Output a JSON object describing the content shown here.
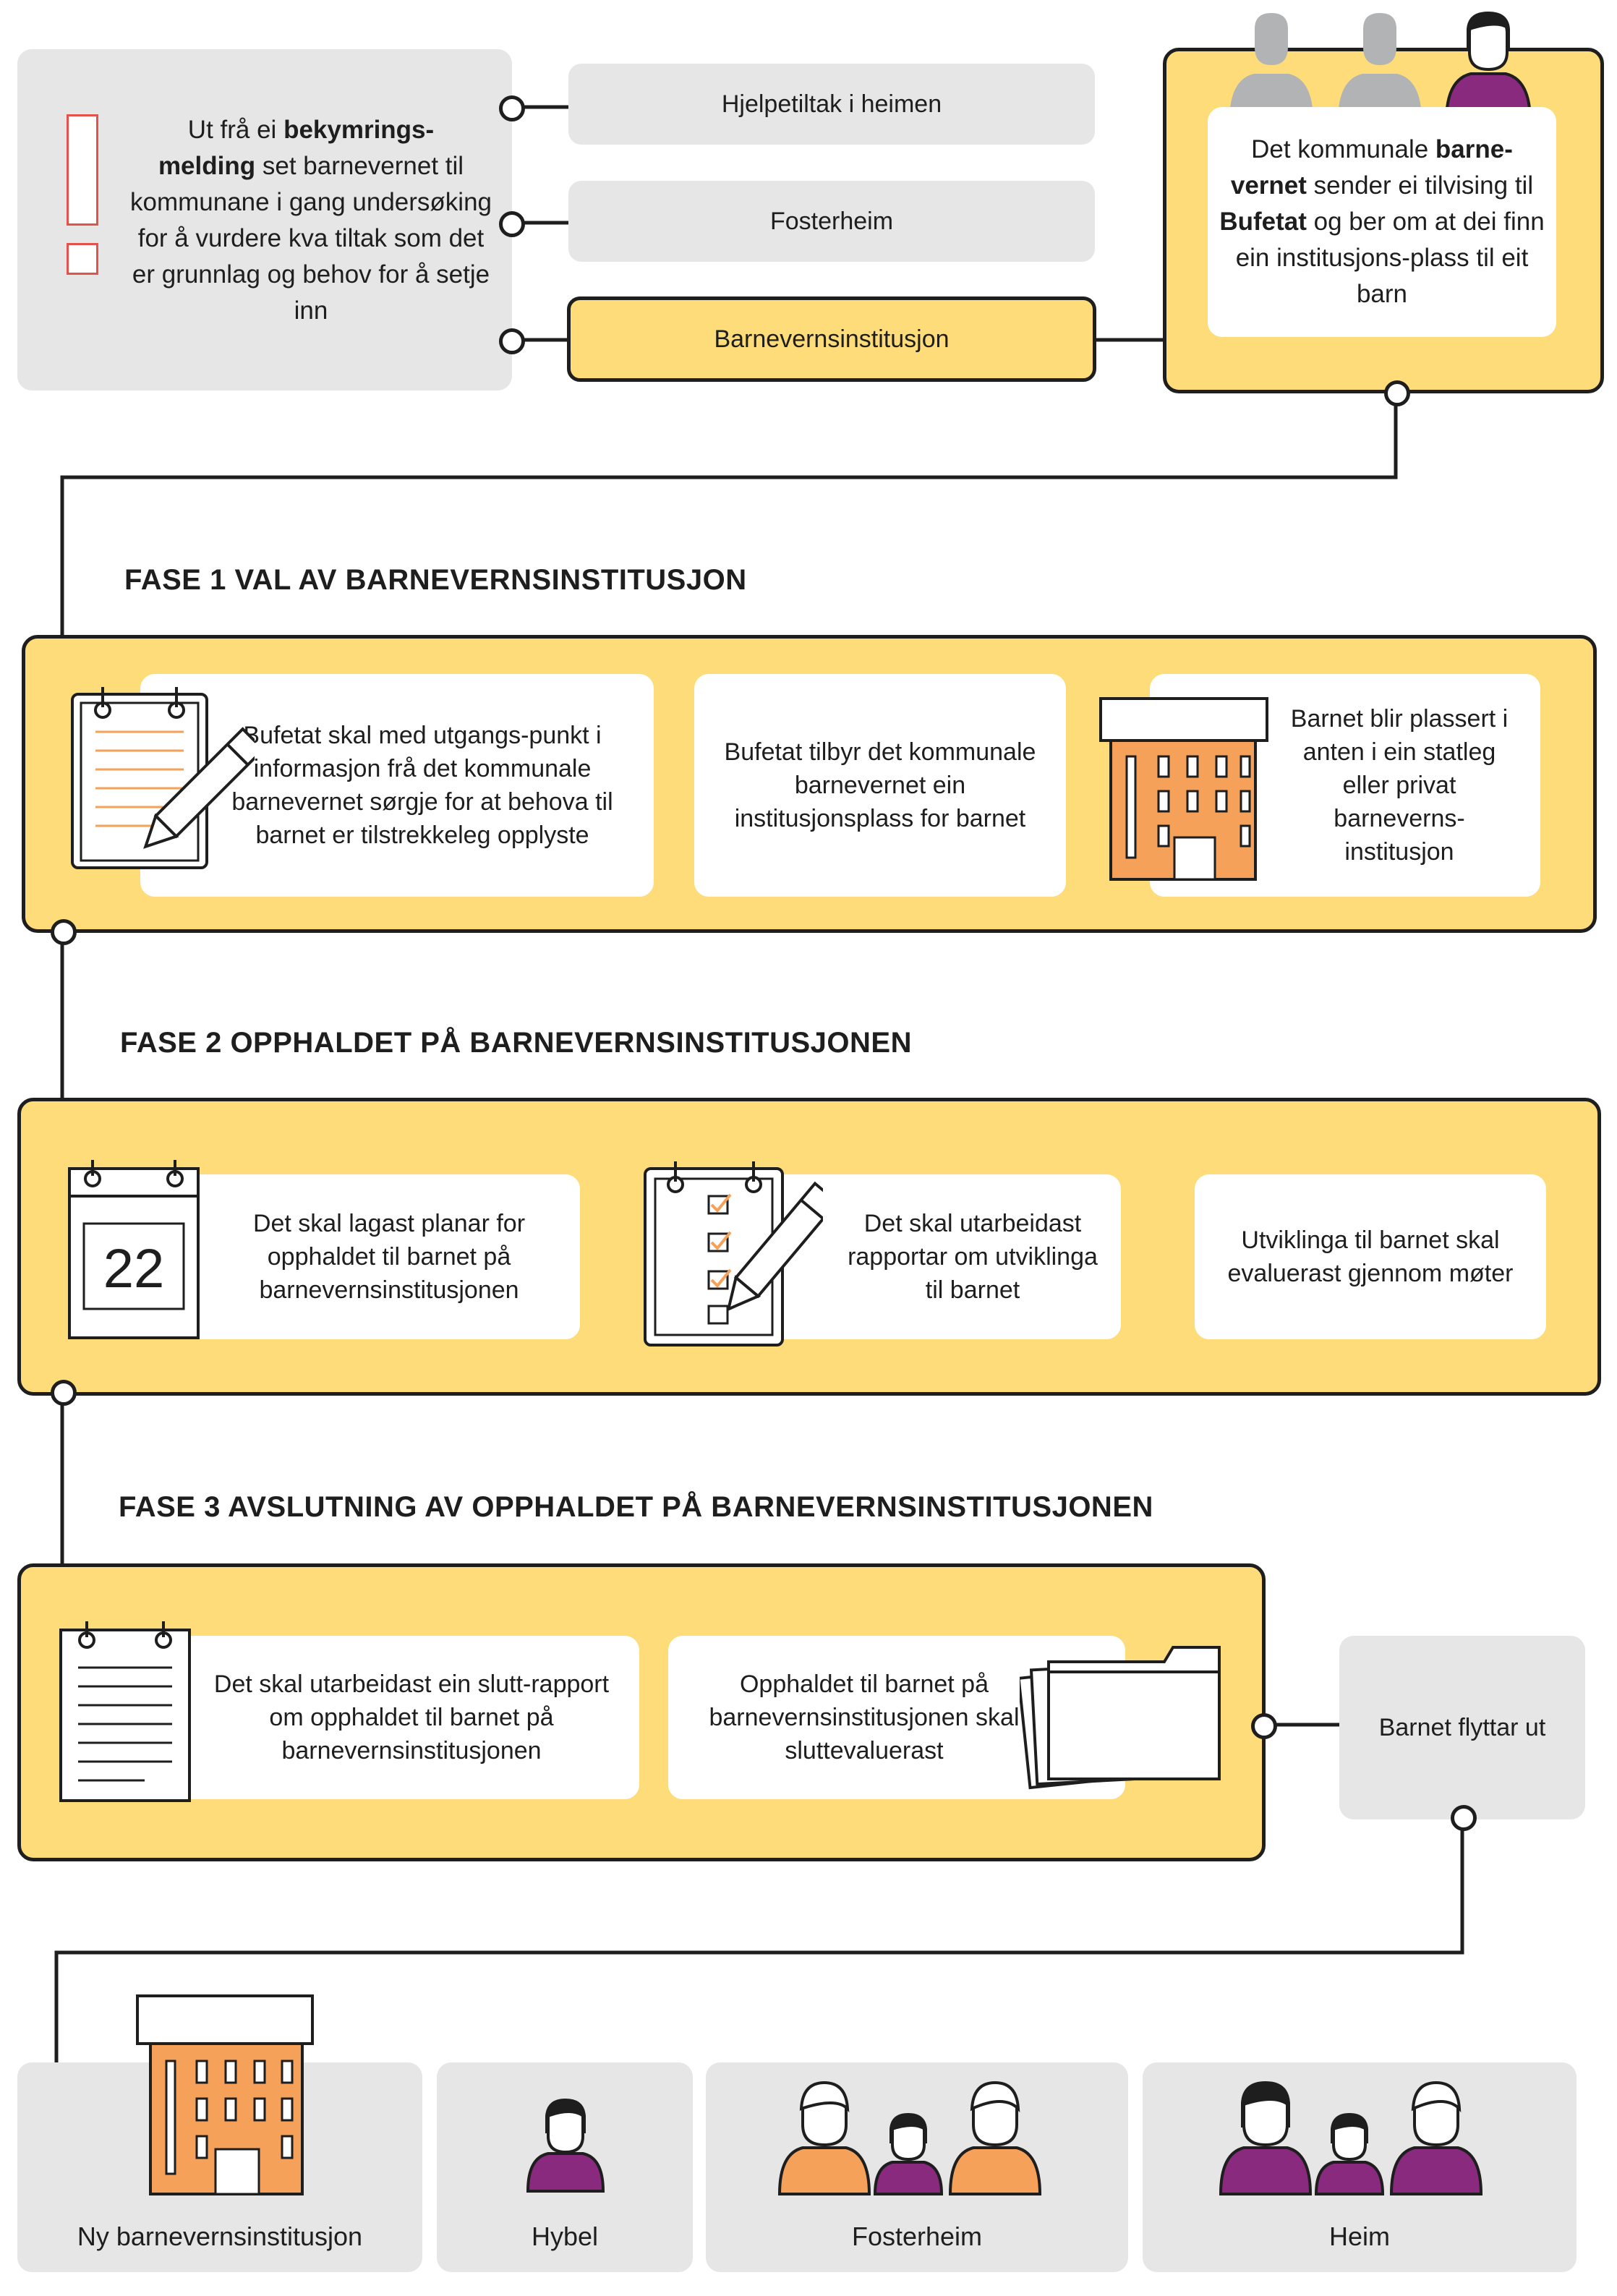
{
  "intro": {
    "text_parts": [
      "Ut frå ei ",
      "bekymrings-",
      "melding",
      " set barnevernet til kommunane i gang undersøking for å vurdere kva tiltak som det er grunnlag og behov for å setje inn"
    ],
    "options": [
      "Hjelpetiltak i heimen",
      "Fosterheim",
      "Barnevernsinstitusjon"
    ],
    "referral_parts": [
      "Det kommunale ",
      "barne-",
      "vernet",
      " sender ei tilvising til ",
      "Bufetat",
      " og ber om at dei finn ein institusjons-plass til eit barn"
    ]
  },
  "phase1": {
    "heading": "FASE 1 VAL AV BARNEVERNSINSTITUSJON",
    "cards": [
      "Bufetat skal med utgangs-punkt i informasjon frå det kommunale barnevernet sørgje for at behova til barnet er tilstrekkeleg opplyste",
      "Bufetat tilbyr det kommunale barnevernet ein institusjonsplass for barnet",
      "Barnet blir plassert i anten i ein statleg eller privat barneverns-institusjon"
    ]
  },
  "phase2": {
    "heading": "FASE 2 OPPHALDET PÅ BARNEVERNSINSTITUSJONEN",
    "calendar_day": "22",
    "cards": [
      "Det skal lagast planar for opphaldet til barnet på barnevernsinstitusjonen",
      "Det skal utarbeidast rapportar om utviklinga til barnet",
      "Utviklinga til barnet skal evaluerast gjennom møter"
    ]
  },
  "phase3": {
    "heading": "FASE 3 AVSLUTNING AV OPPHALDET PÅ BARNEVERNSINSTITUSJONEN",
    "cards": [
      "Det skal utarbeidast ein slutt-rapport om opphaldet til barnet på barnevernsinstitusjonen",
      "Opphaldet til barnet på barnevernsinstitusjonen skal sluttevaluerast"
    ],
    "exit": "Barnet flyttar ut"
  },
  "outcomes": [
    "Ny barnevernsinstitusjon",
    "Hybel",
    "Fosterheim",
    "Heim"
  ],
  "colors": {
    "yellow": "#fddc79",
    "orange": "#f5a15a",
    "purple": "#8a2a7f",
    "gray": "#e6e6e7",
    "figure_gray": "#b2b3b5",
    "warning_red": "#e2534b"
  }
}
